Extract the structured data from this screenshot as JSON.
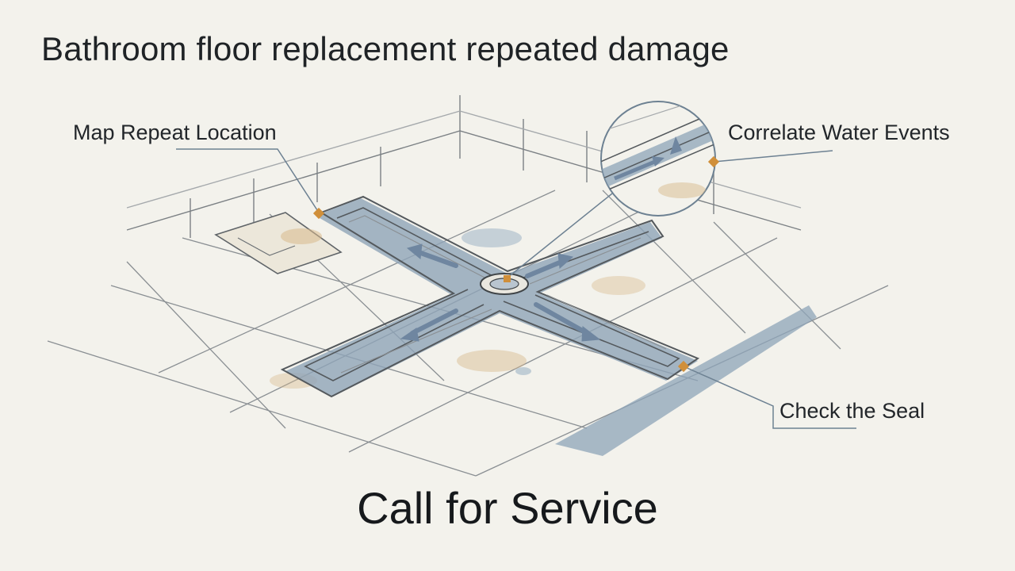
{
  "title": "Bathroom floor replacement repeated damage",
  "callouts": [
    {
      "label": "Map Repeat Location"
    },
    {
      "label": "Correlate Water Events"
    },
    {
      "label": "Check the Seal"
    }
  ],
  "cta": "Call for Service",
  "colors": {
    "background": "#f3f2ec",
    "line": "#5a5f63",
    "water": "#8ea4b8",
    "arrow": "#6f86a0",
    "stain": "#d8b98c",
    "marker": "#d08f3a",
    "leader": "#6d8192"
  }
}
